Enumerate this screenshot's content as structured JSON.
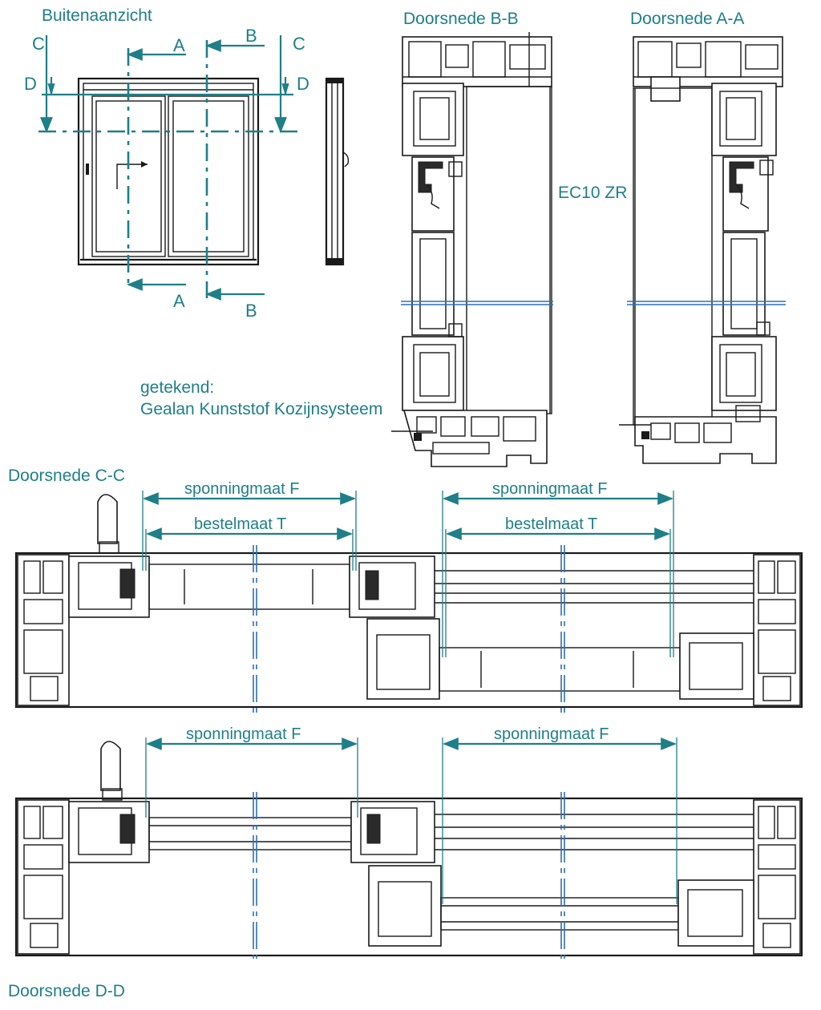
{
  "labels": {
    "exterior_view": "Buitenaanzicht",
    "section_bb": "Doorsnede B-B",
    "section_aa": "Doorsnede A-A",
    "section_cc": "Doorsnede C-C",
    "section_dd": "Doorsnede D-D",
    "model": "EC10 ZR",
    "drawn_line1": "getekend:",
    "drawn_line2": "Gealan Kunststof Kozijnsysteem"
  },
  "section_markers": {
    "a": "A",
    "b": "B",
    "c": "C",
    "d": "D"
  },
  "dimensions": {
    "rebate": "sponningmaat F",
    "order": "bestelmaat T"
  },
  "colors": {
    "annotation": "#1e7f88",
    "axis": "#2d6fb5",
    "profile": "#1a1a1a"
  }
}
